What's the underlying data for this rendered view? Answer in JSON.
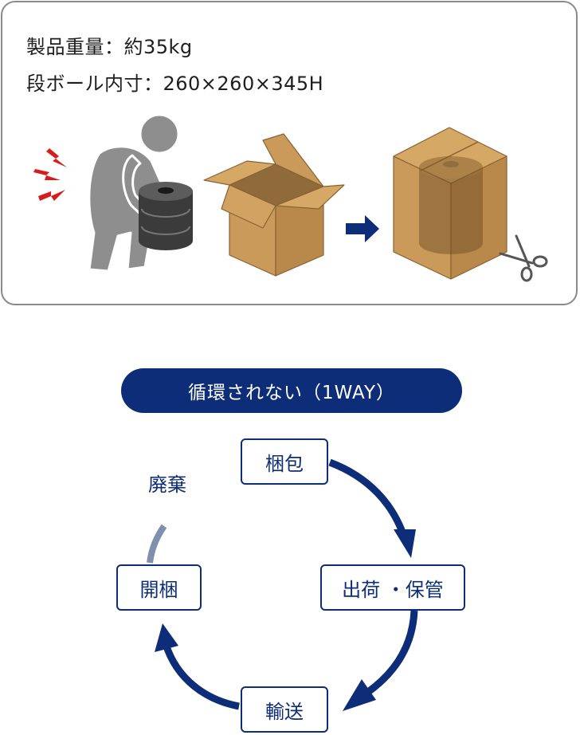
{
  "specs": {
    "weight": "製品重量：約35kg",
    "box_size": "段ボール内寸：260×260×345H"
  },
  "cycle": {
    "title": "循環されない（1WAY）",
    "nodes": {
      "packing": "梱包",
      "shipping_storage": "出荷 ・保管",
      "transport": "輸送",
      "unpacking": "開梱",
      "disposal": "廃棄"
    }
  },
  "colors": {
    "navy": "#0d2d78",
    "faded": "#7f8fae",
    "cardboard": "#c99a5a",
    "pain": "#d81c1c",
    "figure": "#8e8e8e"
  },
  "icons": [
    "pain-lightning-icon",
    "strained-person-icon",
    "cable-reel-icon",
    "open-box-icon",
    "right-arrow-icon",
    "sealed-box-icon",
    "scissors-icon"
  ]
}
